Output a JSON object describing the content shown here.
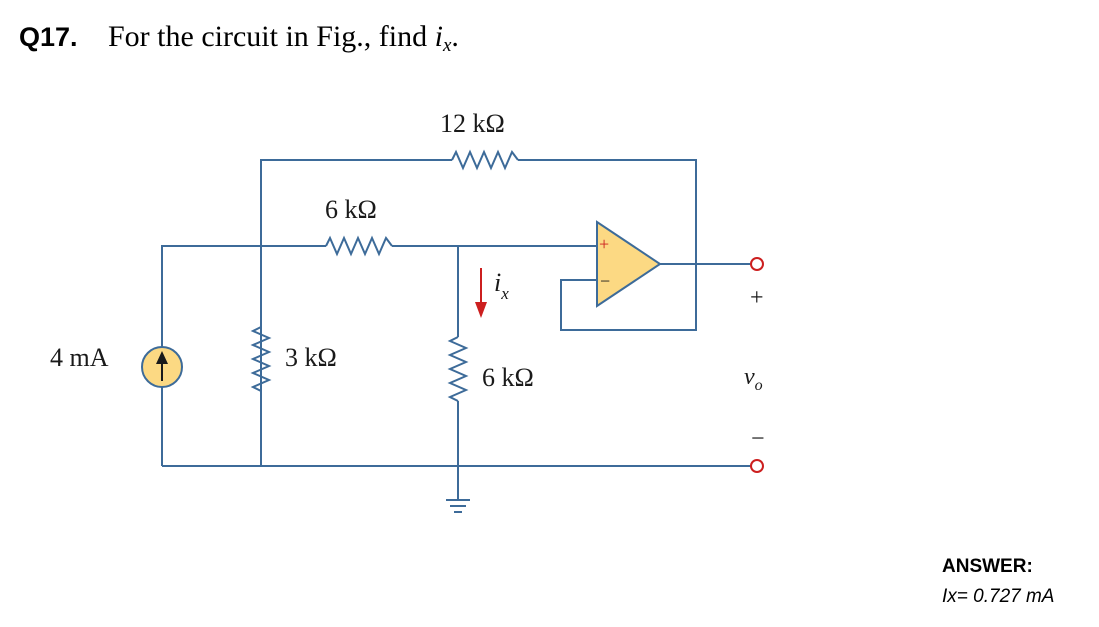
{
  "question": {
    "number": "Q17.",
    "text": "For the circuit in Fig., find ",
    "var": "i",
    "var_sub": "x",
    "end": "."
  },
  "circuit": {
    "r_top": "12 kΩ",
    "r_mid": "6 kΩ",
    "r_left": "3 kΩ",
    "r_right": "6 kΩ",
    "source": "4 mA",
    "current_label": "i",
    "current_sub": "x",
    "out_plus": "+",
    "out_minus": "−",
    "out_var": "v",
    "out_sub": "o",
    "opamp_plus": "+",
    "opamp_minus": "−"
  },
  "answer": {
    "title": "ANSWER:",
    "value": "Ix= 0.727 mA"
  },
  "colors": {
    "wire": "#3d6b99",
    "opamp_fill": "#fcd983",
    "arrow": "#cc1f1f"
  }
}
